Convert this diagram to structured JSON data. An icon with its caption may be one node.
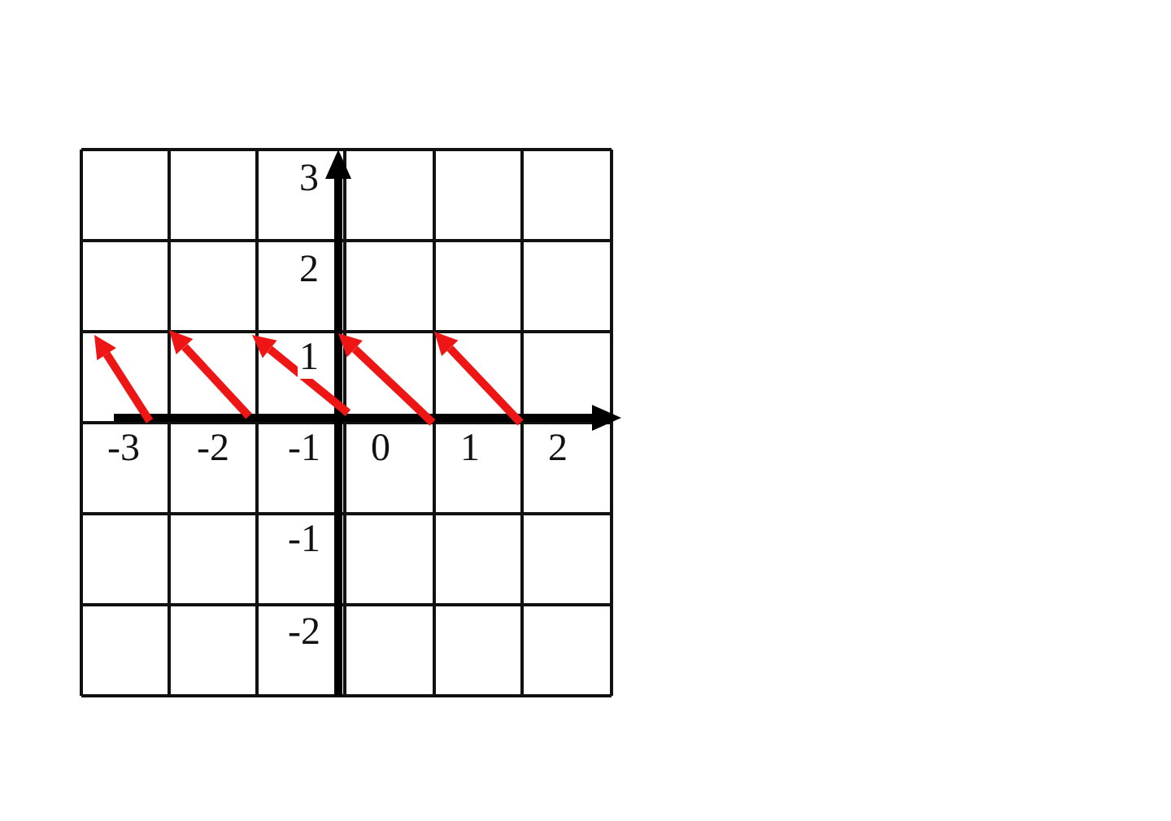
{
  "diagram": {
    "labels": [
      "3",
      "2",
      "1",
      "-3",
      "-2",
      "-1",
      "0",
      "1",
      "2",
      "-1",
      "-2"
    ]
  }
}
